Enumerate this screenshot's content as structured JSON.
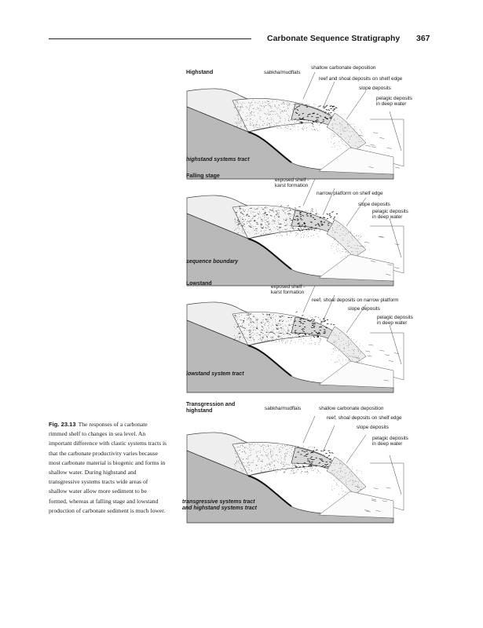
{
  "header": {
    "running_title": "Carbonate Sequence Stratigraphy",
    "page_number": "367"
  },
  "caption": {
    "label": "Fig. 23.13",
    "text": "The responses of a carbonate rimmed shelf to changes in sea level. An important difference with clastic systems tracts is that the carbonate productivity varies because most carbonate material is biogenic and forms in shallow water. During highstand and transgressive systems tracts wide areas of shallow water allow more sediment to be formed, whereas at falling stage and lowstand production of carbonate sediment is much lower."
  },
  "figure": {
    "panels": [
      {
        "stage": "Highstand",
        "tract": "highstand systems tract",
        "labels": {
          "a": "sabkha/mudflats",
          "b": "shallow carbonate deposition",
          "c": "reef and shoal deposits on shelf edge",
          "d": "slope deposits",
          "e": "pelagic deposits\nin deep water"
        }
      },
      {
        "stage": "Falling stage",
        "tract": "sequence boundary",
        "labels": {
          "a": "exposed shelf -\nkarst formation",
          "c": "narrow platform on shelf edge",
          "d": "slope deposits",
          "e": "pelagic deposits\nin deep water"
        }
      },
      {
        "stage": "Lowstand",
        "tract": "lowstand system tract",
        "labels": {
          "a": "exposed shelf -\nkarst formation",
          "c": "reef, shoal deposits on narrow platform",
          "d": "slope deposits",
          "e": "pelagic deposits\nin deep water"
        }
      },
      {
        "stage": "Transgression and\nhighstand",
        "tract": "transgressive systems tract\nand highstand systems tract",
        "labels": {
          "a": "sabkha/mudflais",
          "b": "shallow carbonate deposition",
          "c": "reef, shoal deposits on shelf edge",
          "d": "slope deposits",
          "e": "pelagic deposits\nin deep water"
        }
      }
    ]
  }
}
